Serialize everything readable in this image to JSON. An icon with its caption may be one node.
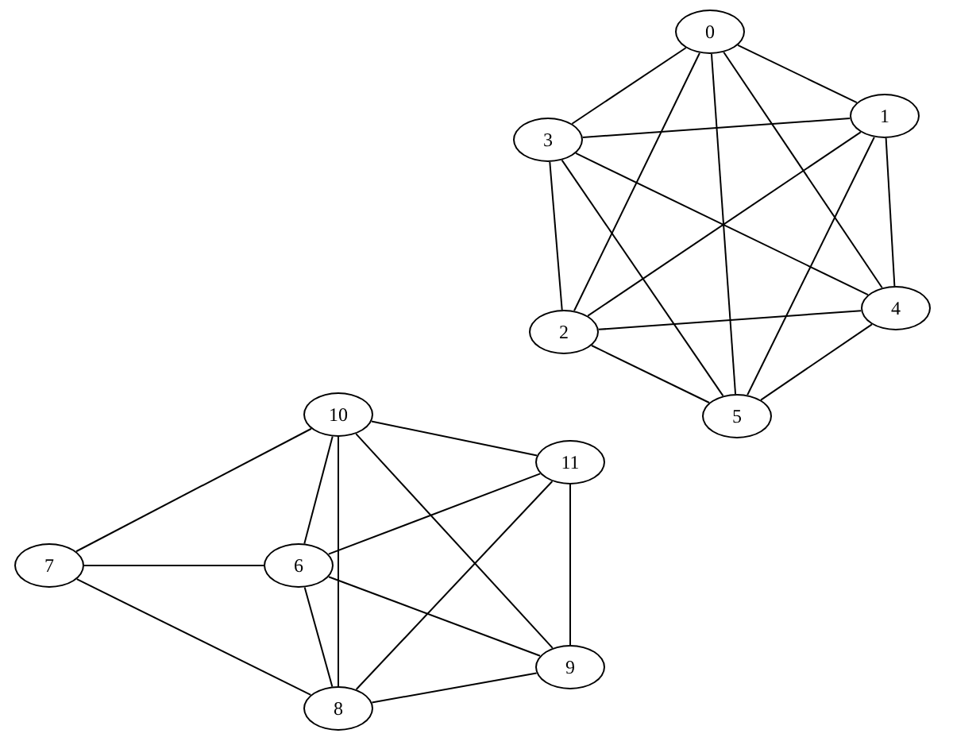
{
  "diagram": {
    "nodes": [
      {
        "text": [
          "0"
        ]
      },
      {
        "text": [
          "1"
        ]
      },
      {
        "text": [
          "2"
        ]
      },
      {
        "text": [
          "3"
        ]
      },
      {
        "text": [
          "4"
        ]
      },
      {
        "text": [
          "5"
        ]
      },
      {
        "text": [
          "6"
        ]
      },
      {
        "text": [
          "7"
        ]
      },
      {
        "text": [
          "8"
        ]
      },
      {
        "text": [
          "9"
        ]
      },
      {
        "text": [
          "10"
        ]
      },
      {
        "text": [
          "11"
        ]
      }
    ],
    "edges": [
      {
        "from": 0,
        "to": 1,
        "arrow": "none"
      },
      {
        "from": 0,
        "to": 2,
        "arrow": "none"
      },
      {
        "from": 0,
        "to": 3,
        "arrow": "none"
      },
      {
        "from": 0,
        "to": 4,
        "arrow": "none"
      },
      {
        "from": 0,
        "to": 5,
        "arrow": "none"
      },
      {
        "from": 1,
        "to": 2,
        "arrow": "none"
      },
      {
        "from": 1,
        "to": 3,
        "arrow": "none"
      },
      {
        "from": 1,
        "to": 4,
        "arrow": "none"
      },
      {
        "from": 1,
        "to": 5,
        "arrow": "none"
      },
      {
        "from": 2,
        "to": 3,
        "arrow": "none"
      },
      {
        "from": 2,
        "to": 4,
        "arrow": "none"
      },
      {
        "from": 2,
        "to": 5,
        "arrow": "none"
      },
      {
        "from": 3,
        "to": 4,
        "arrow": "none"
      },
      {
        "from": 3,
        "to": 5,
        "arrow": "none"
      },
      {
        "from": 4,
        "to": 5,
        "arrow": "none"
      },
      {
        "from": 6,
        "to": 7,
        "arrow": "none"
      },
      {
        "from": 6,
        "to": 8,
        "arrow": "none"
      },
      {
        "from": 6,
        "to": 9,
        "arrow": "none"
      },
      {
        "from": 6,
        "to": 10,
        "arrow": "none"
      },
      {
        "from": 6,
        "to": 11,
        "arrow": "none"
      },
      {
        "from": 7,
        "to": 8,
        "arrow": "none"
      },
      {
        "from": 7,
        "to": 10,
        "arrow": "none"
      },
      {
        "from": 8,
        "to": 9,
        "arrow": "none"
      },
      {
        "from": 8,
        "to": 10,
        "arrow": "none"
      },
      {
        "from": 8,
        "to": 11,
        "arrow": "none"
      },
      {
        "from": 9,
        "to": 10,
        "arrow": "none"
      },
      {
        "from": 9,
        "to": 11,
        "arrow": "none"
      },
      {
        "from": 10,
        "to": 11,
        "arrow": "none"
      }
    ]
  }
}
